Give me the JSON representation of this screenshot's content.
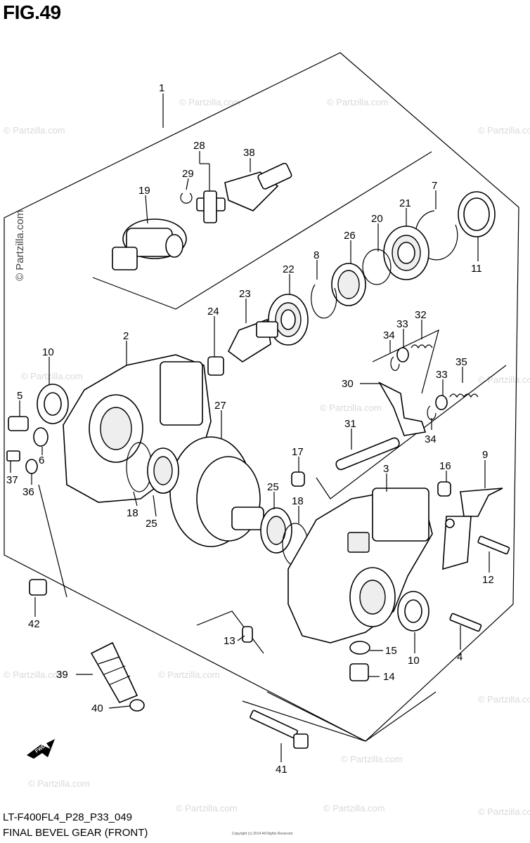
{
  "figure": {
    "title": "FIG.49",
    "model_code": "LT-F400FL4_P28_P33_049",
    "caption": "FINAL BEVEL GEAR (FRONT)",
    "vertical_watermark": "© Partzilla.com",
    "watermark_text": "© Partzilla.com",
    "footer_fine_print": "Copyright (c) 2014 All Rights Reserved"
  },
  "fwd_arrow": {
    "label": "FWD"
  },
  "callouts": [
    {
      "id": "1"
    },
    {
      "id": "28"
    },
    {
      "id": "38"
    },
    {
      "id": "29"
    },
    {
      "id": "19"
    },
    {
      "id": "7"
    },
    {
      "id": "21"
    },
    {
      "id": "20"
    },
    {
      "id": "26"
    },
    {
      "id": "11"
    },
    {
      "id": "8"
    },
    {
      "id": "22"
    },
    {
      "id": "23"
    },
    {
      "id": "24"
    },
    {
      "id": "32"
    },
    {
      "id": "33"
    },
    {
      "id": "34"
    },
    {
      "id": "2"
    },
    {
      "id": "10"
    },
    {
      "id": "30"
    },
    {
      "id": "35"
    },
    {
      "id": "33"
    },
    {
      "id": "5"
    },
    {
      "id": "27"
    },
    {
      "id": "31"
    },
    {
      "id": "34"
    },
    {
      "id": "6"
    },
    {
      "id": "37"
    },
    {
      "id": "17"
    },
    {
      "id": "9"
    },
    {
      "id": "16"
    },
    {
      "id": "3"
    },
    {
      "id": "36"
    },
    {
      "id": "18"
    },
    {
      "id": "25"
    },
    {
      "id": "25"
    },
    {
      "id": "18"
    },
    {
      "id": "12"
    },
    {
      "id": "42"
    },
    {
      "id": "13"
    },
    {
      "id": "15"
    },
    {
      "id": "10"
    },
    {
      "id": "4"
    },
    {
      "id": "39"
    },
    {
      "id": "14"
    },
    {
      "id": "40"
    },
    {
      "id": "41"
    }
  ]
}
